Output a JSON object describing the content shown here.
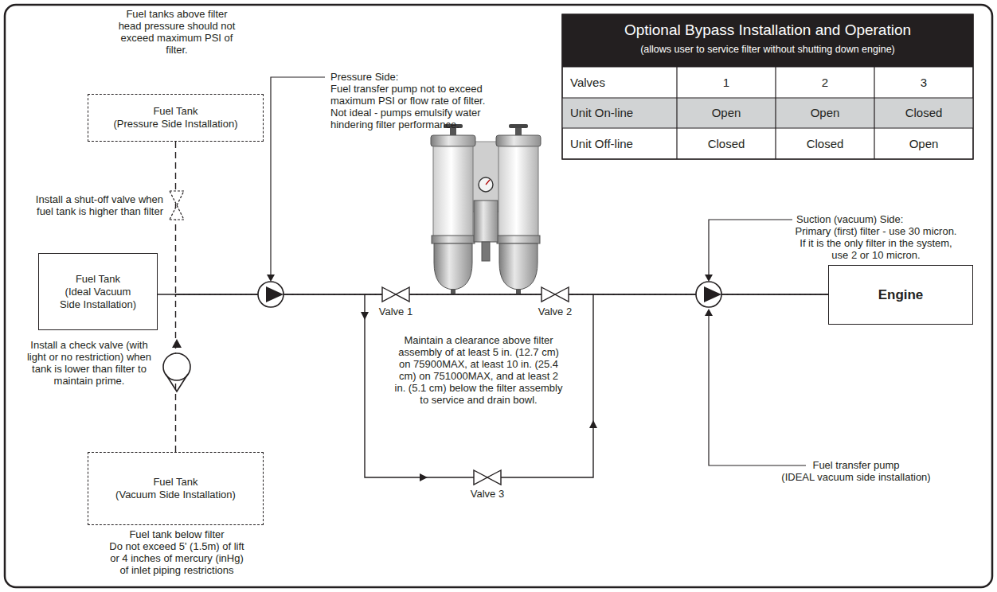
{
  "diagram": {
    "nodes": [
      {
        "text": [
          "Fuel Tank",
          "(Pressure Side Installation)"
        ]
      },
      {
        "text": [
          "Fuel Tank",
          "(Ideal Vacuum Side Installation)"
        ]
      },
      {
        "text": [
          "Fuel Tank",
          "(Vacuum Side Installation)"
        ]
      },
      {
        "text": [
          "Engine"
        ]
      }
    ],
    "edges": [
      {
        "from": 1,
        "to": 3,
        "arrow": "none"
      },
      {
        "from": 0,
        "to": 3,
        "arrow": "none"
      },
      {
        "from": 2,
        "to": 3,
        "arrow": "none"
      }
    ],
    "labels": [
      "Fuel tanks above filter head pressure should not exceed maximum PSI of filter.",
      "Pressure Side:",
      "Fuel transfer pump not to exceed maximum PSI or flow rate of filter. Not ideal - pumps emulsify water hindering filter performance.",
      "Optional Bypass Installation and Operation",
      "(allows user to service filter without shutting down engine)",
      "Valves",
      "1",
      "2",
      "3",
      "Unit On-line",
      "Open",
      "Open",
      "Closed",
      "Unit Off-line",
      "Closed",
      "Closed",
      "Open",
      "Install a shut-off valve when fuel tank is higher than filter",
      "Suction (vacuum) Side:",
      "Primary (first) filter - use 30 micron. If it is the only filter in the system, use 2 or 10 micron.",
      "Valve 1",
      "Valve 2",
      "Install a check valve (with light or no restriction) when tank is lower than filter to maintain prime.",
      "Maintain a clearance above filter assembly of at least 5 in. (12.7 cm) on 75900MAX, at least 10 in. (25.4 cm) on 751000MAX, and at least 2 in. (5.1 cm) below the filter assembly to service and drain bowl.",
      "Fuel transfer pump",
      "(IDEAL vacuum side installation)",
      "Valve 3",
      "Fuel tank below filter",
      "Do not exceed 5' (1.5m) of lift or 4 inches of mercury (inHg) of inlet piping restrictions"
    ]
  }
}
